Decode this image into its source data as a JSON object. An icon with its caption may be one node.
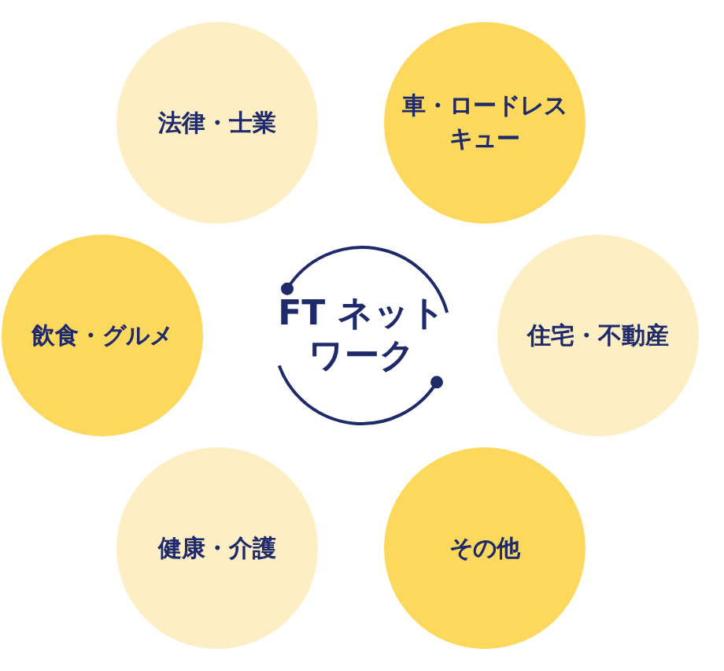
{
  "diagram": {
    "nodes": [
      {
        "text": [
          "法律・士業"
        ]
      },
      {
        "text": [
          "車・ロードレスキュー"
        ]
      },
      {
        "text": [
          "飲食・グルメ"
        ]
      },
      {
        "text": [
          "FT ネットワーク"
        ]
      },
      {
        "text": [
          "住宅・不動産"
        ]
      },
      {
        "text": [
          "健康・介護"
        ]
      },
      {
        "text": [
          "その他"
        ]
      }
    ]
  }
}
